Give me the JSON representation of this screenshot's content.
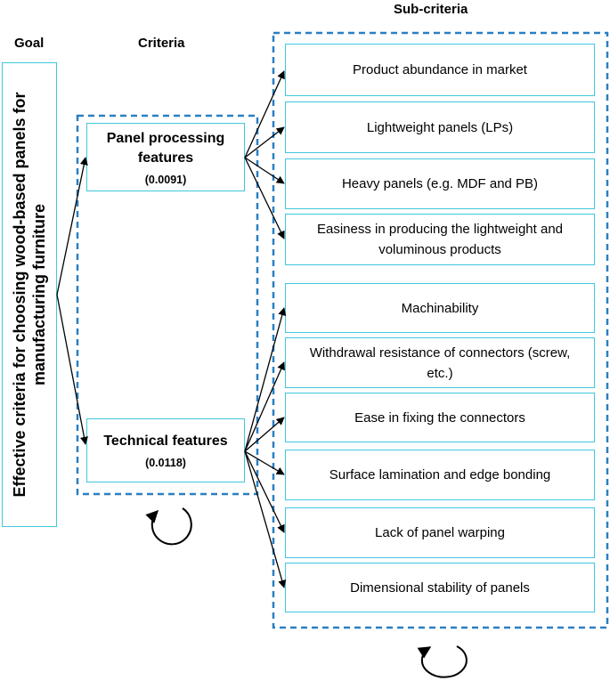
{
  "headers": {
    "goal": "Goal",
    "criteria": "Criteria",
    "sub_criteria": "Sub-criteria"
  },
  "goal": {
    "text": "Effective criteria for choosing wood-based panels for manufacturing furniture"
  },
  "criteria": [
    {
      "name": "Panel processing features",
      "weight": "(0.0091)"
    },
    {
      "name": "Technical features",
      "weight": "(0.0118)"
    }
  ],
  "sub_criteria": [
    "Product abundance in market",
    "Lightweight panels (LPs)",
    "Heavy panels (e.g. MDF and PB)",
    "Easiness in producing the lightweight and voluminous products",
    "Machinability",
    "Withdrawal resistance of connectors (screw, etc.)",
    "Ease in fixing the connectors",
    "Surface lamination and edge bonding",
    "Lack of panel warping",
    "Dimensional stability of panels"
  ],
  "colors": {
    "box_border": "#3fc8dc",
    "dashed_group": "#2a7fc1",
    "arrow": "#000000"
  }
}
